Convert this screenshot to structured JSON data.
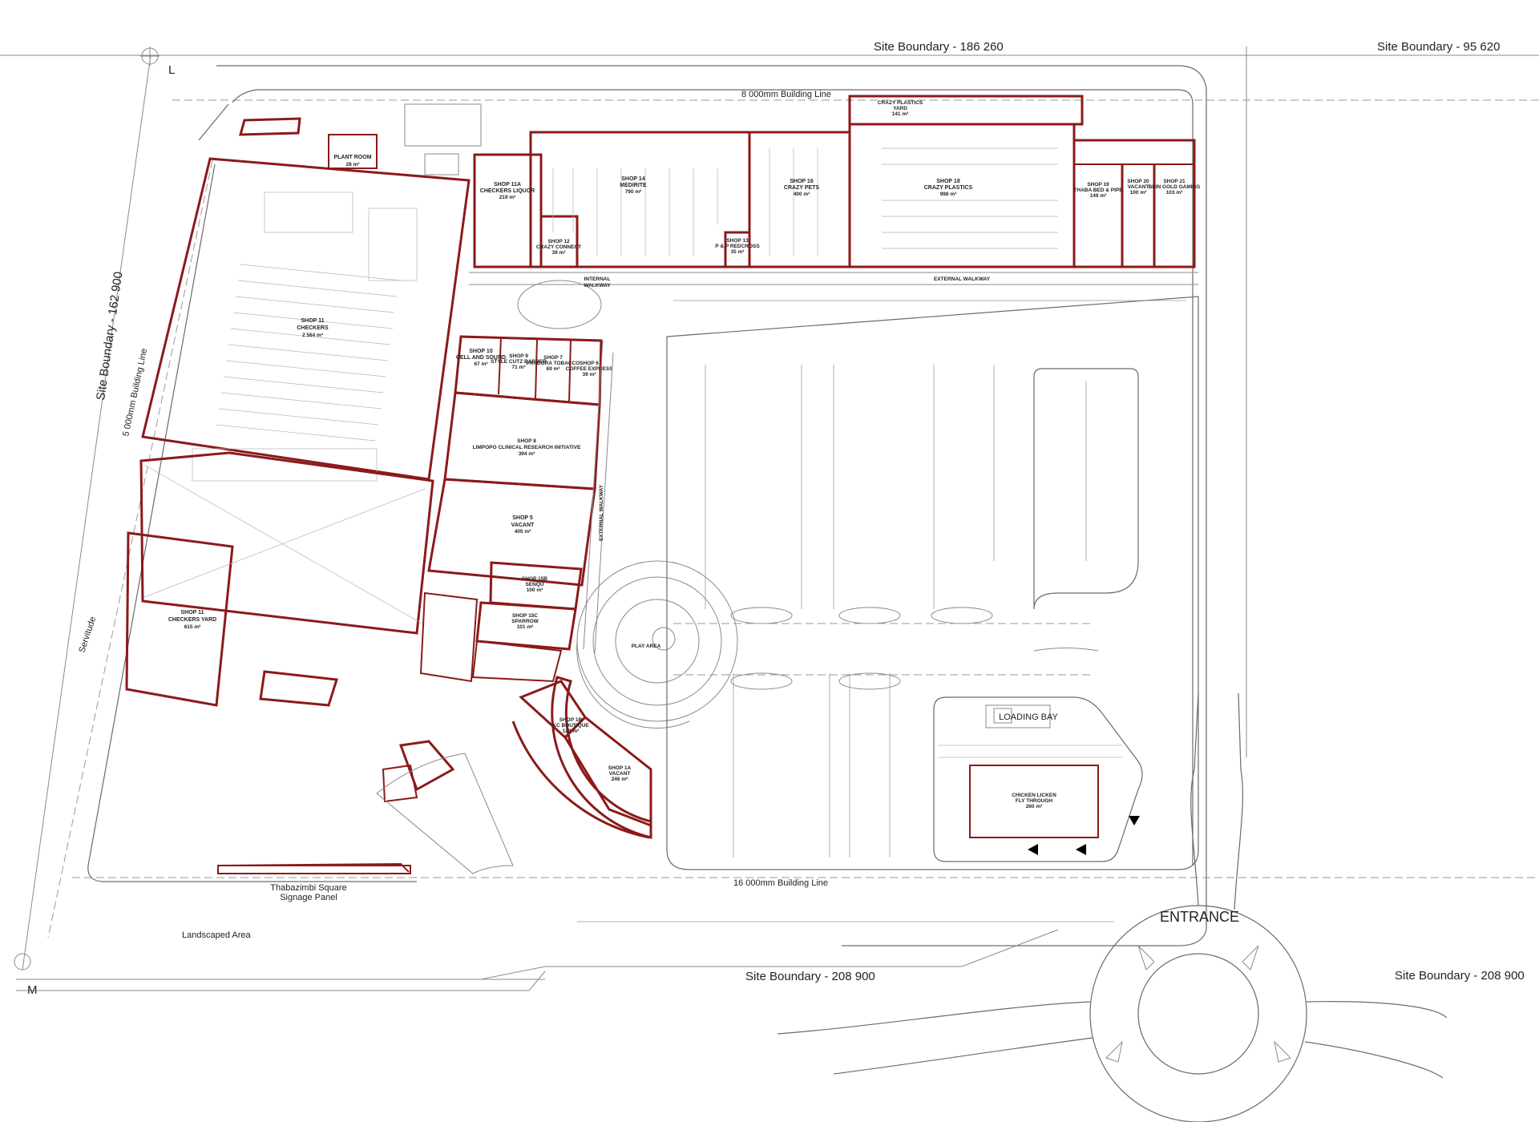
{
  "site_boundaries": {
    "top_left": "Site Boundary - 186 260",
    "top_right": "Site Boundary - 95 620",
    "left": "Site Boundary - 162 900",
    "bottom_left": "Site Boundary - 208 900",
    "bottom_right": "Site Boundary - 208 900"
  },
  "building_lines": {
    "top": "8 000mm Building Line",
    "left": "5 000mm Building Line",
    "bottom": "16 000mm Building Line"
  },
  "markers": {
    "l": "L",
    "m": "M"
  },
  "labels": {
    "servitude": "Servitude",
    "signage_1": "Thabazimbi Square",
    "signage_2": "Signage Panel",
    "landscaped": "Landscaped Area",
    "entrance": "ENTRANCE",
    "loading_bay": "LOADING BAY",
    "internal_walkway_1": "INTERNAL",
    "internal_walkway_2": "WALKWAY",
    "external_walkway": "EXTERNAL WALKWAY",
    "external_walkway_v": "EXTERNAL WALKWAY",
    "play_area": "PLAY AREA",
    "plant_room": "PLANT ROOM",
    "plant_room_area": "28 m²"
  },
  "shops": [
    {
      "id": "s11",
      "name": "SHOP 11",
      "sub": "CHECKERS",
      "area": "2 564 m²"
    },
    {
      "id": "s11y",
      "name": "SHOP 11",
      "sub": "CHECKERS YARD",
      "area": "615 m²"
    },
    {
      "id": "s11a",
      "name": "SHOP 11A",
      "sub": "CHECKERS LIQUOR",
      "area": "219 m²"
    },
    {
      "id": "s14",
      "name": "SHOP 14",
      "sub": "MEDIRITE",
      "area": "790 m²"
    },
    {
      "id": "s12",
      "name": "SHOP 12",
      "sub": "CRAZY CONNECT",
      "area": "39 m²"
    },
    {
      "id": "s13",
      "name": "SHOP 13",
      "sub": "P & P REDCROSS",
      "area": "35 m²"
    },
    {
      "id": "s16",
      "name": "SHOP 16",
      "sub": "CRAZY PETS",
      "area": "400 m²"
    },
    {
      "id": "s18",
      "name": "SHOP 18",
      "sub": "CRAZY PLASTICS",
      "area": "998 m²"
    },
    {
      "id": "s19",
      "name": "SHOP 19",
      "sub": "THABA BED & PIPE",
      "area": "149 m²"
    },
    {
      "id": "s20",
      "name": "SHOP 20",
      "sub": "VACANT",
      "area": "100 m²"
    },
    {
      "id": "s21",
      "name": "SHOP 21",
      "sub": "BEIN GOLD GAMING",
      "area": "103 m²"
    },
    {
      "id": "cpy",
      "name": "CRAZY PLASTICS",
      "sub": "YARD",
      "area": "141 m²"
    },
    {
      "id": "s10",
      "name": "SHOP 10",
      "sub": "CELL AND SOUND",
      "area": "67 m²"
    },
    {
      "id": "s9",
      "name": "SHOP 9",
      "sub": "STYLE CUTZ BARBER",
      "area": "71 m²"
    },
    {
      "id": "s7",
      "name": "SHOP 7",
      "sub": "PANDORA TOBACCO",
      "area": "69 m²"
    },
    {
      "id": "s6",
      "name": "SHOP 6",
      "sub": "COFFEE EXPRESS",
      "area": "39 m²"
    },
    {
      "id": "s8",
      "name": "SHOP 8",
      "sub": "LIMPOPO CLINICAL RESEARCH INITIATIVE",
      "area": "394 m²"
    },
    {
      "id": "s5",
      "name": "SHOP 5",
      "sub": "VACANT",
      "area": "405 m²"
    },
    {
      "id": "s15b",
      "name": "SHOP 15B",
      "sub": "SENQU",
      "area": "100 m²"
    },
    {
      "id": "s15c",
      "name": "SHOP 15C",
      "sub": "SPARROW",
      "area": "101 m²"
    },
    {
      "id": "s1b",
      "name": "SHOP 1B",
      "sub": "KC BOUTIQUE",
      "area": "120 m²"
    },
    {
      "id": "s1a",
      "name": "SHOP 1A",
      "sub": "VACANT",
      "area": "246 m²"
    },
    {
      "id": "chk",
      "name": "CHICKEN LICKEN",
      "sub": "FLY THROUGH",
      "area": "260 m²"
    }
  ]
}
